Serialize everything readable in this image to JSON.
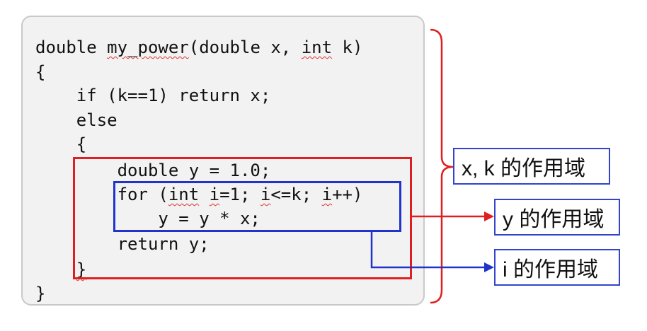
{
  "code": {
    "lines": [
      [
        "double ",
        "my_power",
        "(double x, ",
        "int",
        " k)"
      ],
      [
        "{"
      ],
      [
        "    if (k==1) return x;"
      ],
      [
        "    else"
      ],
      [
        "    {"
      ],
      [
        "        double y = 1.0;"
      ],
      [
        "        for (",
        "int",
        " ",
        "i",
        "=1; ",
        "i",
        "<=k; ",
        "i",
        "++)"
      ],
      [
        "            y = y * x;"
      ],
      [
        "        return y;"
      ],
      [
        "    ",
        "}"
      ],
      [
        "}"
      ]
    ]
  },
  "labels": {
    "xk_scope": "x, k 的作用域",
    "y_scope": "y 的作用域",
    "i_scope": "i 的作用域"
  },
  "colors": {
    "y_scope_border": "#e02020",
    "i_scope_border": "#2233cc",
    "brace": "#e02020",
    "label_border": "#3344cc"
  }
}
